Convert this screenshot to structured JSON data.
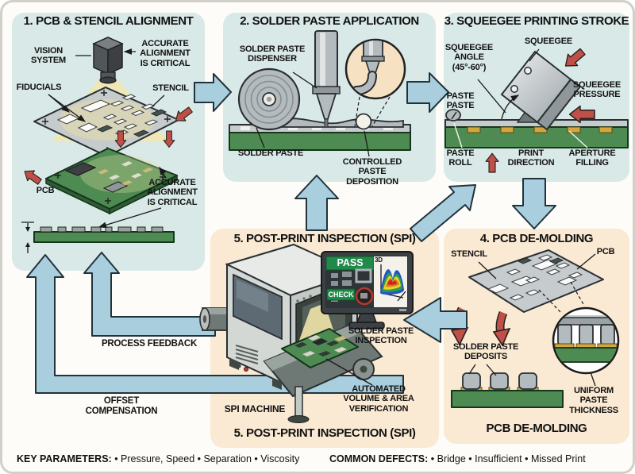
{
  "colors": {
    "panel_blue": "#d9e9e7",
    "panel_peach": "#fae9d3",
    "arrow_blue": "#a9cedd",
    "arrow_red": "#bf5048",
    "pcb_green": "#4e8b52",
    "stencil_gray": "#c6cbce",
    "gold": "#d2a83e",
    "screen_green": "#1f8a4a",
    "text": "#111111"
  },
  "panel1": {
    "title": "1. PCB & STENCIL ALIGNMENT",
    "vision_system": "VISION\nSYSTEM",
    "accurate_top": "ACCURATE\nALIGNMENT\nIS CRITICAL",
    "fiducials": "FIDUCIALS",
    "stencil": "STENCIL",
    "pcb": "PCB",
    "accurate_bottom": "ACCURATE\nALIGNMENT\nIS CRITICAL"
  },
  "panel2": {
    "title": "2. SOLDER PASTE APPLICATION",
    "dispenser": "SOLDER PASTE\nDISPENSER",
    "solder_paste": "SOLDER PASTE",
    "deposition": "CONTROLLED\nPASTE\nDEPOSITION"
  },
  "panel3": {
    "title": "3. SQUEEGEE PRINTING STROKE",
    "squeegee": "SQUEEGEE",
    "angle": "SQUEEGEE\nANGLE\n(45°-60°)",
    "pressure": "SQUEEGEE\nPRESSURE",
    "paste": "PASTE\nPASTE",
    "paste_roll": "PASTE\nROLL",
    "print_direction": "PRINT\nDIRECTION",
    "aperture_filling": "APERTURE\nFILLING"
  },
  "panel4": {
    "title": "4. PCB DE-MOLDING",
    "stencil": "STENCIL",
    "pcb": "PCB",
    "deposits": "SOLDER PASTE\nDEPOSITS",
    "uniform": "UNIFORM\nPASTE\nTHICKNESS",
    "footer": "PCB DE-MOLDING"
  },
  "panel5": {
    "title": "5. POST-PRINT INSPECTION (SPI)",
    "monitor_pass": "PASS",
    "monitor_check": "CHECK",
    "monitor_3d": "3D",
    "inspection": "SOLDER PASTE\nINSPECTION",
    "verification": "AUTOMATED\nVOLUME & AREA\nVERIFICATION",
    "machine": "SPI MACHINE",
    "footer": "5. POST-PRINT INSPECTION (SPI)"
  },
  "feedback": {
    "process": "PROCESS FEEDBACK",
    "offset": "OFFSET\nCOMPENSATION"
  },
  "footer": {
    "key_parameters_label": "KEY PARAMETERS:",
    "key_parameters_items": "• Pressure, Speed • Separation  • Viscosity",
    "common_defects_label": "COMMON DEFECTS:",
    "common_defects_items": "• Bridge  • Insufficient  • Missed Print"
  }
}
